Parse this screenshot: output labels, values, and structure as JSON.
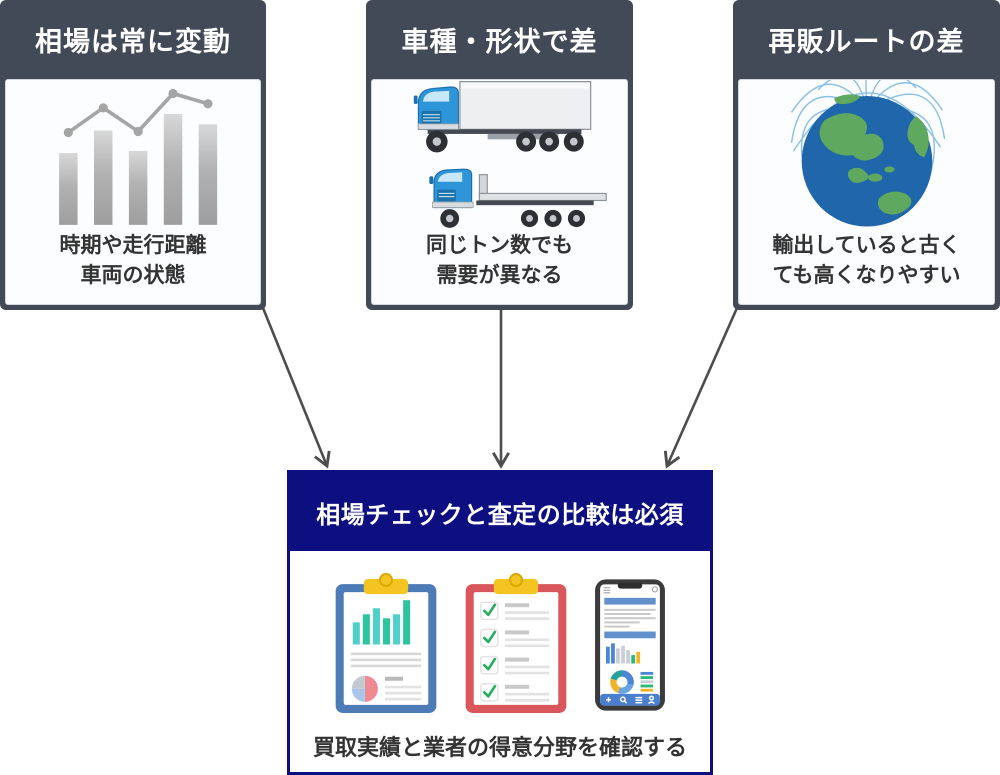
{
  "colors": {
    "factor_header_bg": "#434a57",
    "factor_header_text": "#ffffff",
    "body_text": "#333333",
    "conclusion_bg": "#0d0f80",
    "arrow": "#4d4d4d",
    "truck_cab_blue": "#2e96d8",
    "globe_sea_blue": "#1f66ab",
    "globe_land_green": "#5fa85f",
    "clipboard_blue": "#4d7bb5",
    "clipboard_red": "#d9575b",
    "clip_yellow": "#f3c422",
    "check_green": "#27ae60",
    "chart_gray": "#a5a5a5"
  },
  "boxes": [
    {
      "id": "market-fluctuation",
      "title": "相場は常に変動",
      "icon": "bar-line-chart-icon",
      "caption_lines": [
        "時期や走行距離",
        "車両の状態"
      ]
    },
    {
      "id": "vehicle-type-shape",
      "title": "車種・形状で差",
      "icon": "trucks-icon",
      "caption_lines": [
        "同じトン数でも",
        "需要が異なる"
      ]
    },
    {
      "id": "resale-route",
      "title": "再販ルートの差",
      "icon": "globe-export-icon",
      "caption_lines": [
        "輸出していると古く",
        "ても高くなりやすい"
      ]
    }
  ],
  "conclusion": {
    "title": "相場チェックと査定の比較は必須",
    "icons": [
      "clipboard-chart-icon",
      "clipboard-checklist-icon",
      "smartphone-report-icon"
    ],
    "caption": "買取実績と業者の得意分野を確認する"
  }
}
